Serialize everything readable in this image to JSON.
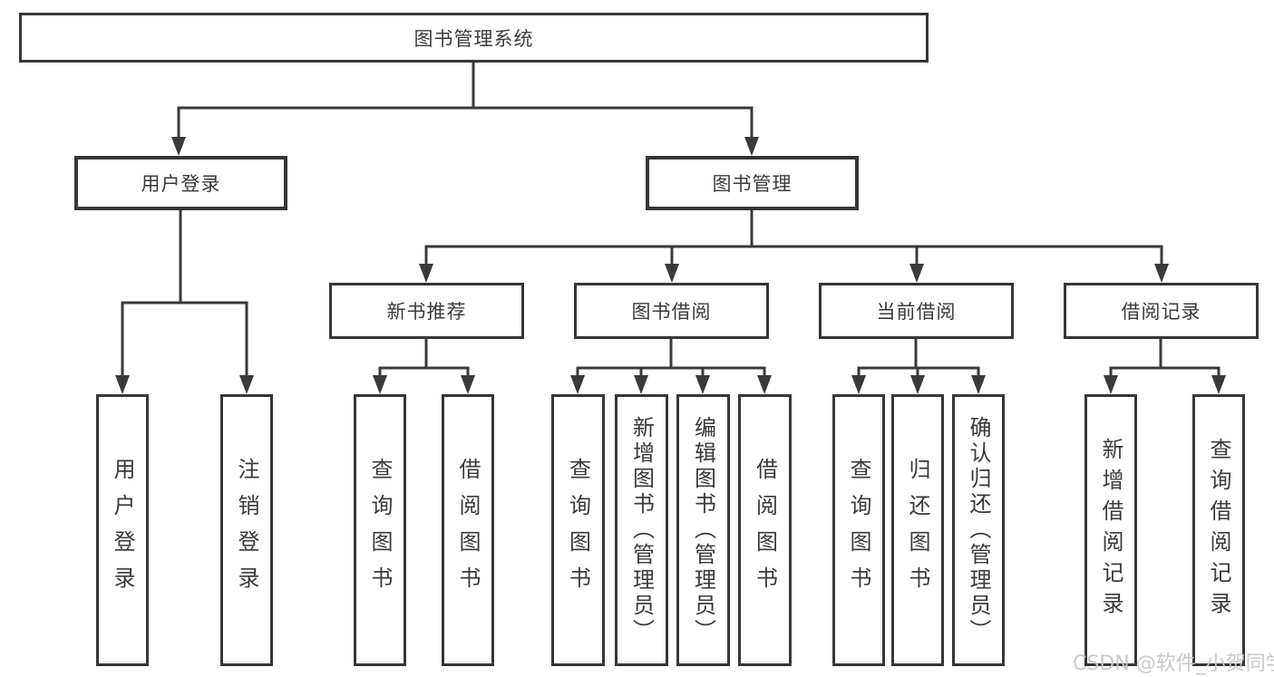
{
  "tree": {
    "root": {
      "label": "图书管理系统",
      "children": [
        {
          "label": "用户登录",
          "children": [
            {
              "label": "用户登录"
            },
            {
              "label": "注销登录"
            }
          ]
        },
        {
          "label": "图书管理",
          "children": [
            {
              "label": "新书推荐",
              "children": [
                {
                  "label": "查询图书"
                },
                {
                  "label": "借阅图书"
                }
              ]
            },
            {
              "label": "图书借阅",
              "children": [
                {
                  "label": "查询图书"
                },
                {
                  "label": "新增图书（管理员）"
                },
                {
                  "label": "编辑图书（管理员）"
                },
                {
                  "label": "借阅图书"
                }
              ]
            },
            {
              "label": "当前借阅",
              "children": [
                {
                  "label": "查询图书"
                },
                {
                  "label": "归还图书"
                },
                {
                  "label": "确认归还（管理员）"
                }
              ]
            },
            {
              "label": "借阅记录",
              "children": [
                {
                  "label": "新增借阅记录"
                },
                {
                  "label": "查询借阅记录"
                }
              ]
            }
          ]
        }
      ]
    }
  },
  "watermark": "CSDN @软件_小贺同学",
  "colors": {
    "line": "#3a3a3a",
    "border": "#363636",
    "text": "#3a3a3a",
    "watermark": "#c7c7c7",
    "background": "#ffffff"
  }
}
